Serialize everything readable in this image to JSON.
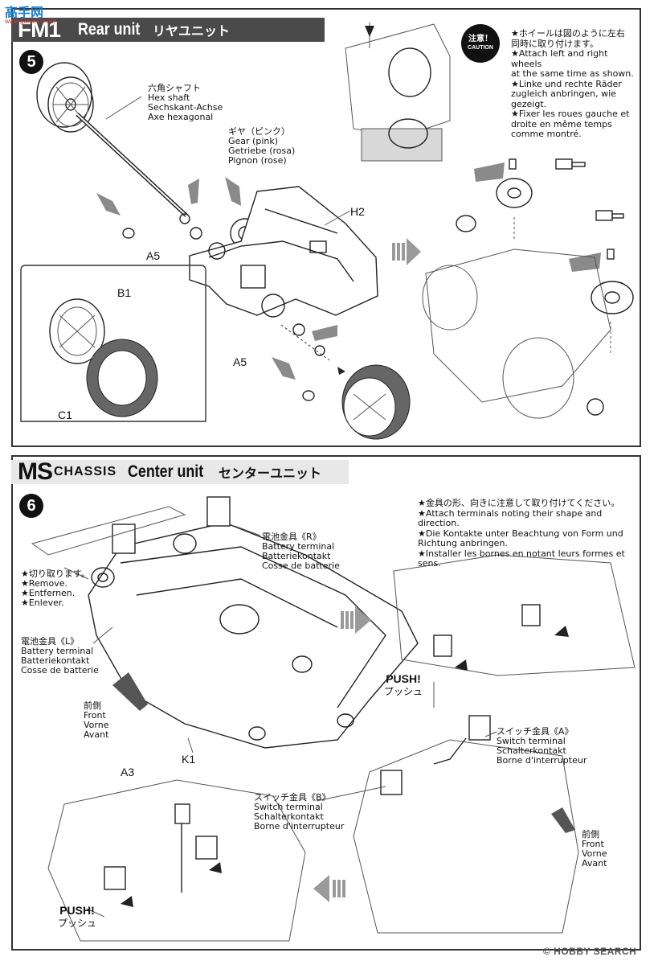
{
  "watermark_top": "高手网",
  "watermark_top_url": "www.gaoshou.net",
  "watermark_bottom": "© HOBBY SEARCH",
  "step5": {
    "section_code": "FM1",
    "title": "Rear unit",
    "title_jp": "リヤユニット",
    "number": "5",
    "labels": {
      "hex_shaft": "六角シャフト\nHex shaft\nSechskant-Achse\nAxe hexagonal",
      "gear": "ギヤ（ピンク）\nGear (pink)\nGetriebe (rosa)\nPignon (rose)",
      "h2": "H2",
      "a5_top": "A5",
      "a5_bottom": "A5",
      "b1": "B1",
      "c1": "C1"
    },
    "caution_jp": "注意！",
    "caution_en": "CAUTION",
    "note": "★ホイールは図のように左右\n同時に取り付けます。\n★Attach left and right wheels\nat the same time as shown.\n★Linke und rechte Räder\nzugleich anbringen, wie\ngezeigt.\n★Fixer les roues gauche et\ndroite en même temps\ncomme montré."
  },
  "step6": {
    "section_code": "MS",
    "section_sub": "CHASSIS",
    "title": "Center unit",
    "title_jp": "センターユニット",
    "number": "6",
    "note": "★金具の形、向きに注意して取り付けてください。\n★Attach terminals noting their shape and direction.\n★Die Kontakte unter Beachtung von Form und\nRichtung anbringen.\n★Installer les bornes en notant leurs formes et sens.",
    "labels": {
      "battery_r": "電池金具《R》\nBattery terminal\nBatteriekontakt\nCosse de batterie",
      "battery_l": "電池金具《L》\nBattery terminal\nBatteriekontakt\nCosse de batterie",
      "remove": "★切り取ります。\n★Remove.\n★Entfernen.\n★Enlever.",
      "front_1": "前側\nFront\nVorne\nAvant",
      "front_2": "前側\nFront\nVorne\nAvant",
      "k1": "K1",
      "a3": "A3",
      "switch_a": "スイッチ金具《A》\nSwitch terminal\nSchalterkontakt\nBorne d'interrupteur",
      "switch_b": "スイッチ金具《B》\nSwitch terminal\nSchalterkontakt\nBorne d'interrupteur",
      "push_1": "PUSH!",
      "push_1_jp": "プッシュ",
      "push_2": "PUSH!",
      "push_2_jp": "プッシュ"
    }
  }
}
